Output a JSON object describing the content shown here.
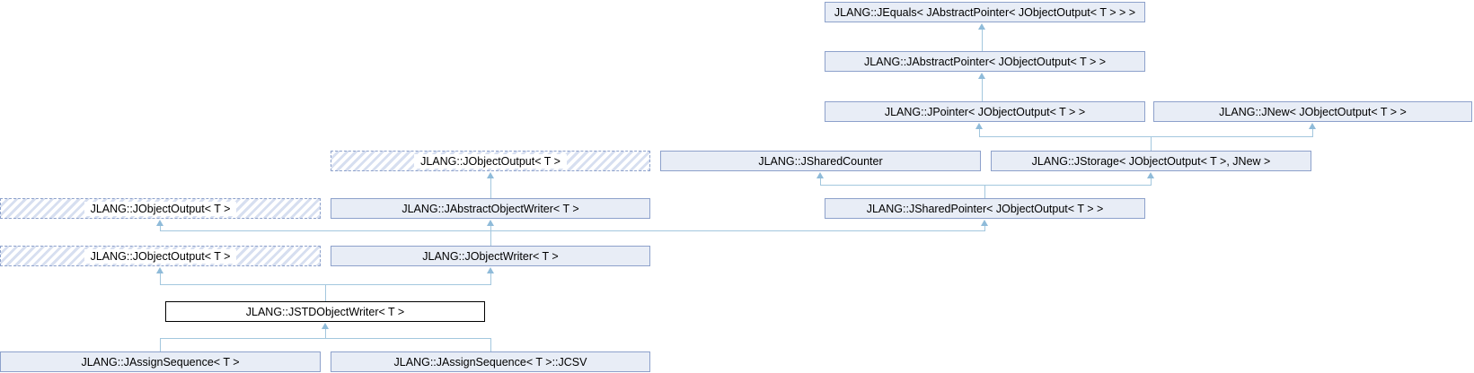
{
  "diagram": {
    "kind": "class-inheritance-graph",
    "colors": {
      "node_fill": "#e8edf6",
      "node_border": "#8da1cb",
      "edge": "#a3c7de",
      "arrowhead": "#8fbbd9",
      "hatch_stripe": "#d7dff0",
      "main_node_border": "#000000",
      "background": "#ffffff",
      "text": "#000000"
    }
  },
  "nodes": {
    "jequals": "JLANG::JEquals< JAbstractPointer< JObjectOutput< T > > >",
    "jabstractpointer": "JLANG::JAbstractPointer< JObjectOutput< T > >",
    "jpointer": "JLANG::JPointer< JObjectOutput< T > >",
    "jnew": "JLANG::JNew< JObjectOutput< T > >",
    "jobjectoutput_dup1": "JLANG::JObjectOutput< T >",
    "jsharedcounter": "JLANG::JSharedCounter",
    "jstorage": "JLANG::JStorage< JObjectOutput< T >, JNew >",
    "jobjectoutput_dup2": "JLANG::JObjectOutput< T >",
    "jabstractobjectwriter": "JLANG::JAbstractObjectWriter< T >",
    "jsharedpointer": "JLANG::JSharedPointer< JObjectOutput< T > >",
    "jobjectoutput_dup3": "JLANG::JObjectOutput< T >",
    "jobjectwriter": "JLANG::JObjectWriter< T >",
    "jstdobjectwriter": "JLANG::JSTDObjectWriter< T >",
    "jassignsequence": "JLANG::JAssignSequence< T >",
    "jassignsequence_jcsv": "JLANG::JAssignSequence< T >::JCSV"
  },
  "edges": [
    {
      "from": "jabstractpointer",
      "to": "jequals"
    },
    {
      "from": "jpointer",
      "to": "jabstractpointer"
    },
    {
      "from": "jstorage",
      "to": "jpointer"
    },
    {
      "from": "jstorage",
      "to": "jnew"
    },
    {
      "from": "jsharedpointer",
      "to": "jsharedcounter"
    },
    {
      "from": "jsharedpointer",
      "to": "jstorage"
    },
    {
      "from": "jabstractobjectwriter",
      "to": "jobjectoutput_dup1"
    },
    {
      "from": "jobjectwriter",
      "to": "jobjectoutput_dup2"
    },
    {
      "from": "jobjectwriter",
      "to": "jabstractobjectwriter"
    },
    {
      "from": "jobjectwriter",
      "to": "jsharedpointer"
    },
    {
      "from": "jstdobjectwriter",
      "to": "jobjectoutput_dup3"
    },
    {
      "from": "jstdobjectwriter",
      "to": "jobjectwriter"
    },
    {
      "from": "jassignsequence",
      "to": "jstdobjectwriter"
    },
    {
      "from": "jassignsequence_jcsv",
      "to": "jstdobjectwriter"
    }
  ]
}
